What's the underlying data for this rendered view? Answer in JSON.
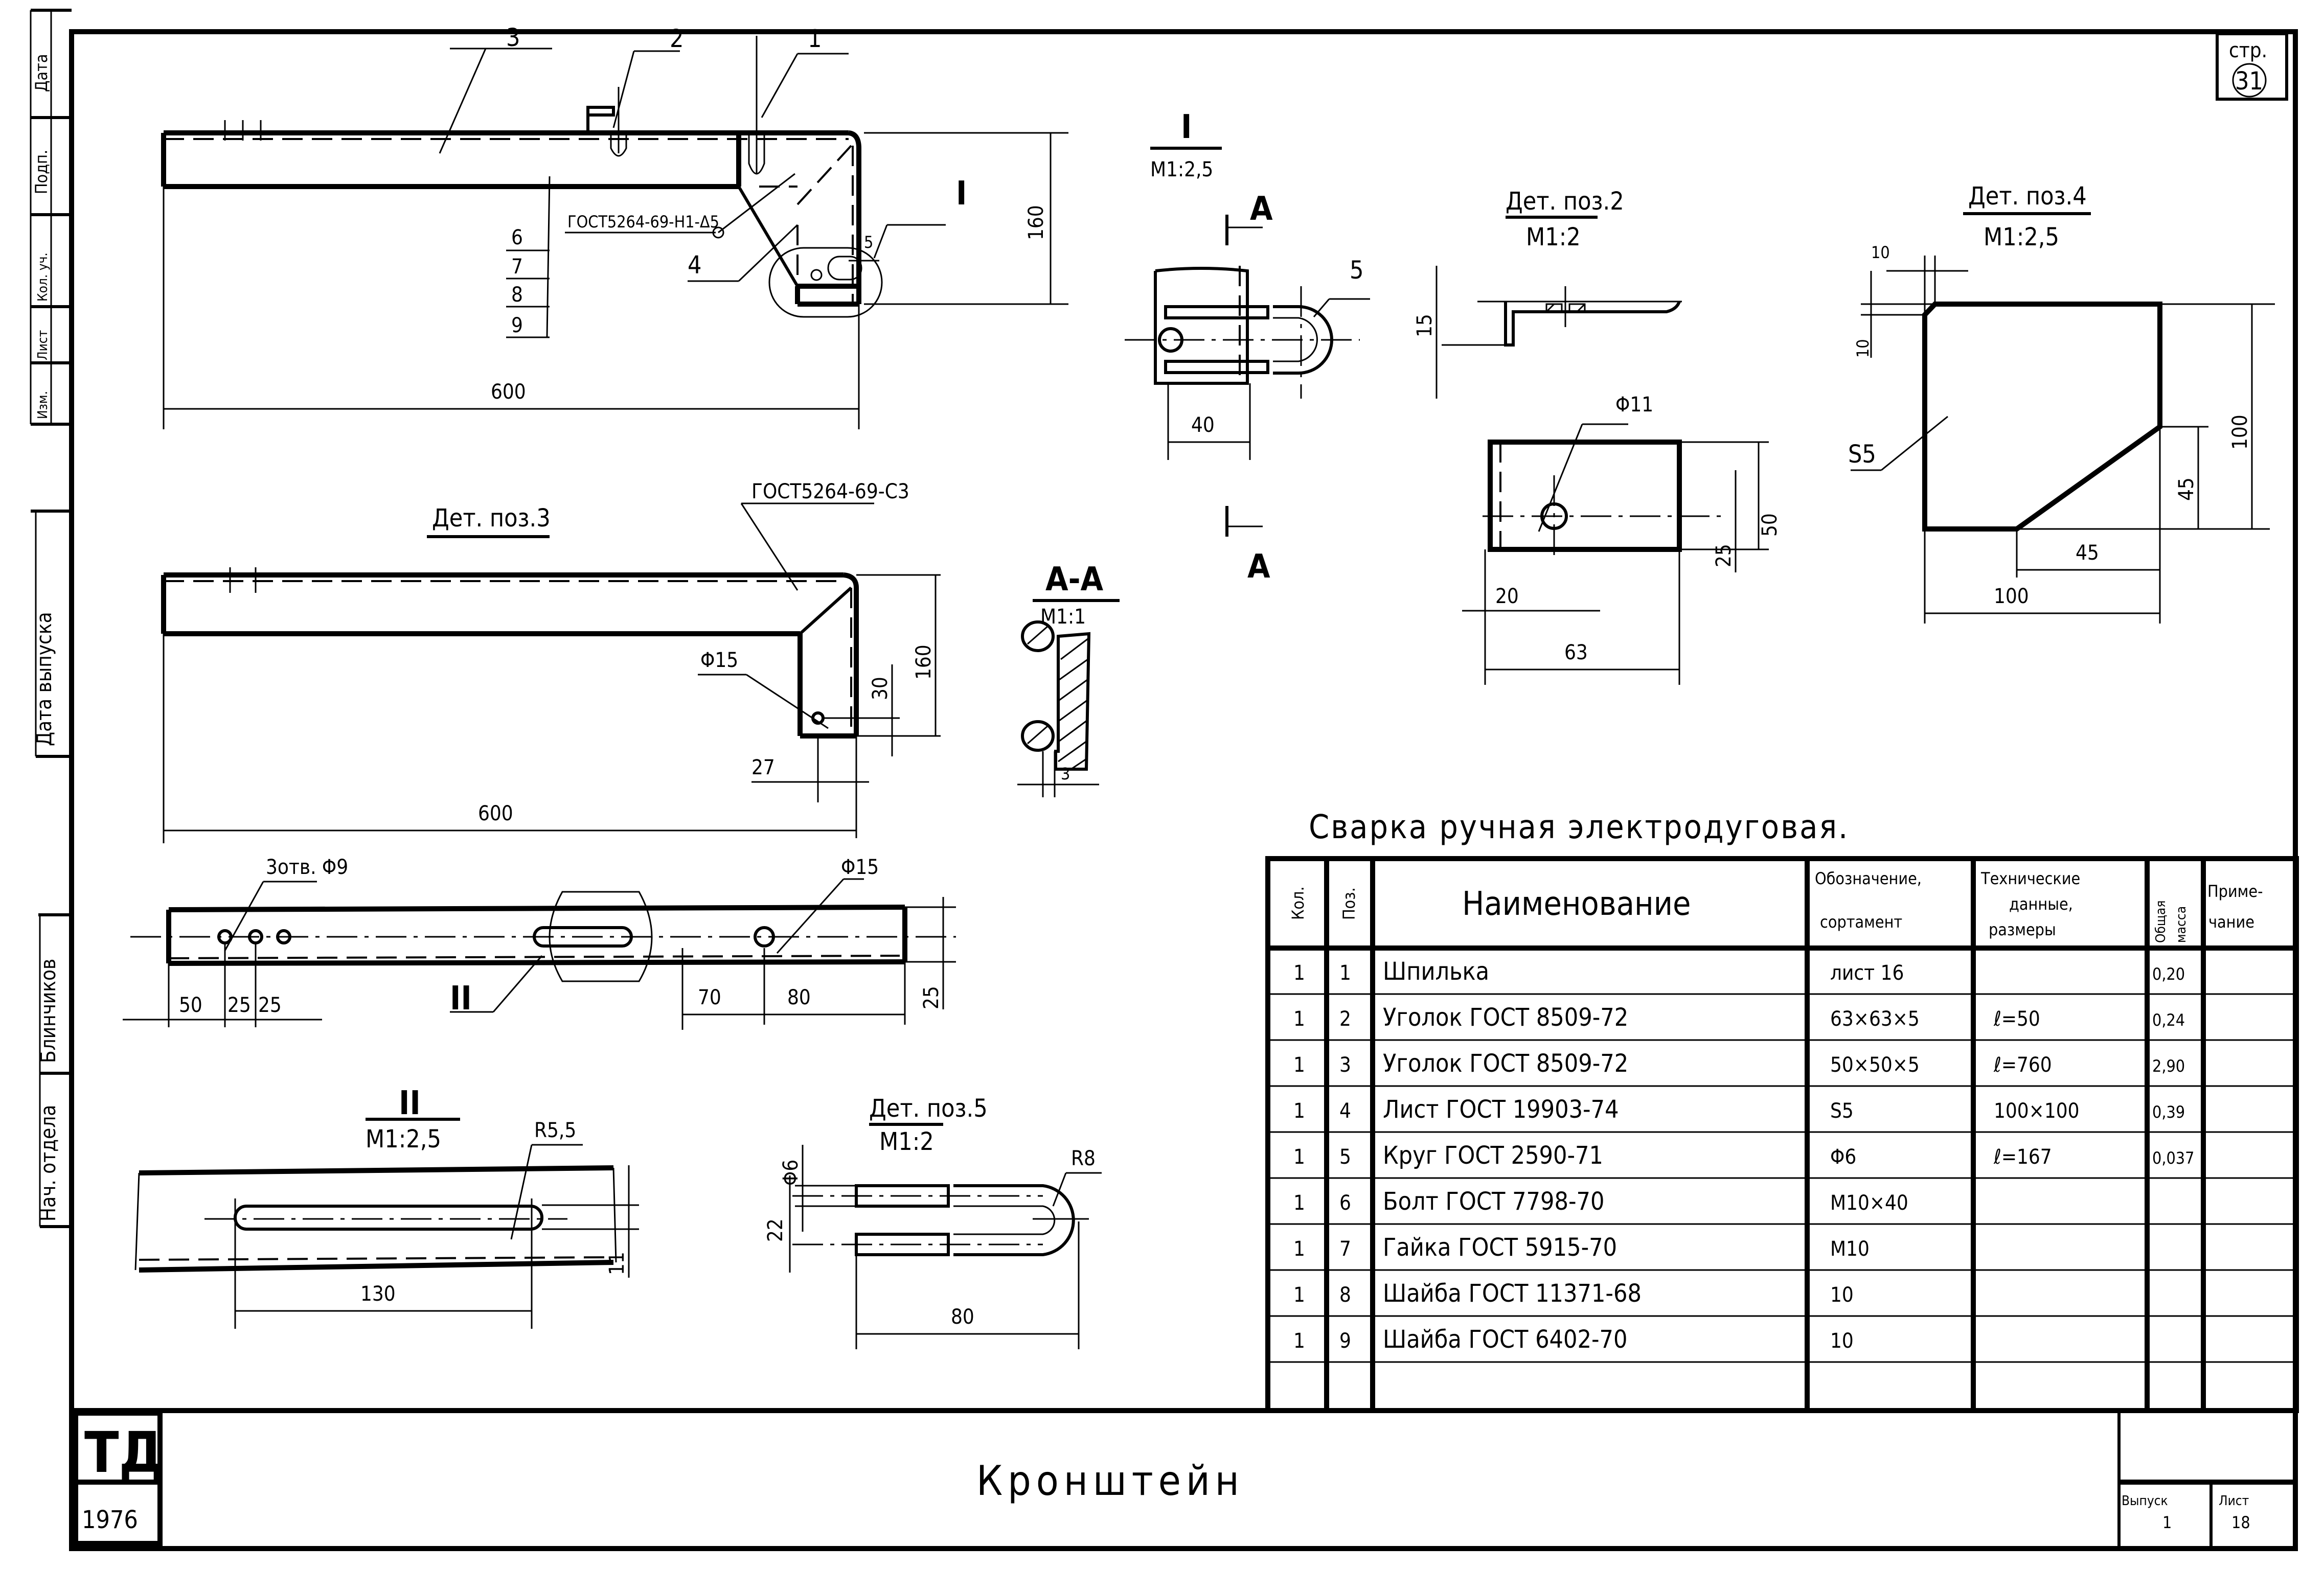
{
  "sheet": {
    "page_label": "стр.",
    "page_number": "31",
    "title": "Кронштейн",
    "code": "ТД",
    "year": "1976",
    "issue_label": "Выпуск",
    "issue_value": "1",
    "sheet_label": "Лист",
    "sheet_value": "18"
  },
  "left_margin": {
    "labels": [
      "Дата",
      "Подп.",
      "Кол. уч.",
      "Лист",
      "Изм.",
      "Дата выпуска",
      "Блинчиков",
      "Нач. отдела"
    ]
  },
  "main_view": {
    "callouts": [
      "3",
      "2",
      "1",
      "4",
      "5"
    ],
    "weld_symbol": "ГОСТ5264-69-Н1-Δ5",
    "leader_stack": [
      "6",
      "7",
      "8",
      "9"
    ],
    "detail_marker": "I",
    "dim_height": "160",
    "dim_length": "600",
    "dim_small": "5"
  },
  "detail_I": {
    "title": "I",
    "scale": "М1:2,5",
    "section_mark": "А",
    "callout": "5",
    "dim_width": "40"
  },
  "detail_pos2": {
    "title": "Дет. поз.2",
    "scale": "М1:2",
    "dim_thickness": "15",
    "hole": "Φ11",
    "dim_height": "50",
    "dim_half": "25",
    "dim_hole_offset": "20",
    "dim_width": "63"
  },
  "detail_pos4": {
    "title": "Дет. поз.4",
    "scale": "М1:2,5",
    "dim_chamfer_x": "10",
    "dim_chamfer_y": "10",
    "thickness": "S5",
    "dim_height": "100",
    "dim_cut_height": "45",
    "dim_cut_width": "45",
    "dim_width": "100"
  },
  "detail_pos3": {
    "title": "Дет. поз.3",
    "weld_symbol": "ГОСТ5264-69-С3",
    "hole": "Φ15",
    "dim_height": "160",
    "dim_hole_height": "30",
    "dim_hole_offset": "27",
    "dim_length": "600"
  },
  "section_AA": {
    "title": "А-А",
    "scale": "М1:1",
    "dim_gap": "3"
  },
  "plan_view": {
    "holes_label": "3отв. Φ9",
    "hole_right": "Φ15",
    "detail_marker": "II",
    "dims_left": [
      "50",
      "25",
      "25"
    ],
    "dims_right": [
      "70",
      "80"
    ],
    "dim_width": "25"
  },
  "detail_II": {
    "title": "II",
    "scale": "М1:2,5",
    "radius": "R5,5",
    "dim_slot": "130",
    "dim_height": "11"
  },
  "detail_pos5": {
    "title": "Дет. поз.5",
    "scale": "М1:2",
    "diameter": "Φ6",
    "radius": "R8",
    "dim_gap": "22",
    "dim_length": "80"
  },
  "welding_note": "Сварка ручная электродуговая.",
  "spec_table": {
    "headers": {
      "qty": "Кол.",
      "pos": "Поз.",
      "name": "Наименование",
      "designation_1": "Обозначение,",
      "designation_2": "сортамент",
      "tech_1": "Технические",
      "tech_2": "данные,",
      "tech_3": "размеры",
      "mass_1": "Общая",
      "mass_2": "масса",
      "note_1": "Приме-",
      "note_2": "чание"
    },
    "rows": [
      {
        "qty": "1",
        "pos": "1",
        "name": "Шпилька",
        "designation": "лист 16",
        "tech": "",
        "mass": "0,20",
        "note": ""
      },
      {
        "qty": "1",
        "pos": "2",
        "name": "Уголок ГОСТ 8509-72",
        "designation": "63×63×5",
        "tech": "ℓ=50",
        "mass": "0,24",
        "note": ""
      },
      {
        "qty": "1",
        "pos": "3",
        "name": "Уголок ГОСТ 8509-72",
        "designation": "50×50×5",
        "tech": "ℓ=760",
        "mass": "2,90",
        "note": ""
      },
      {
        "qty": "1",
        "pos": "4",
        "name": "Лист ГОСТ 19903-74",
        "designation": "S5",
        "tech": "100×100",
        "mass": "0,39",
        "note": ""
      },
      {
        "qty": "1",
        "pos": "5",
        "name": "Круг ГОСТ 2590-71",
        "designation": "Φ6",
        "tech": "ℓ=167",
        "mass": "0,037",
        "note": ""
      },
      {
        "qty": "1",
        "pos": "6",
        "name": "Болт ГОСТ 7798-70",
        "designation": "М10×40",
        "tech": "",
        "mass": "",
        "note": ""
      },
      {
        "qty": "1",
        "pos": "7",
        "name": "Гайка ГОСТ 5915-70",
        "designation": "М10",
        "tech": "",
        "mass": "",
        "note": ""
      },
      {
        "qty": "1",
        "pos": "8",
        "name": "Шайба ГОСТ 11371-68",
        "designation": "10",
        "tech": "",
        "mass": "",
        "note": ""
      },
      {
        "qty": "1",
        "pos": "9",
        "name": "Шайба ГОСТ 6402-70",
        "designation": "10",
        "tech": "",
        "mass": "",
        "note": ""
      }
    ]
  }
}
